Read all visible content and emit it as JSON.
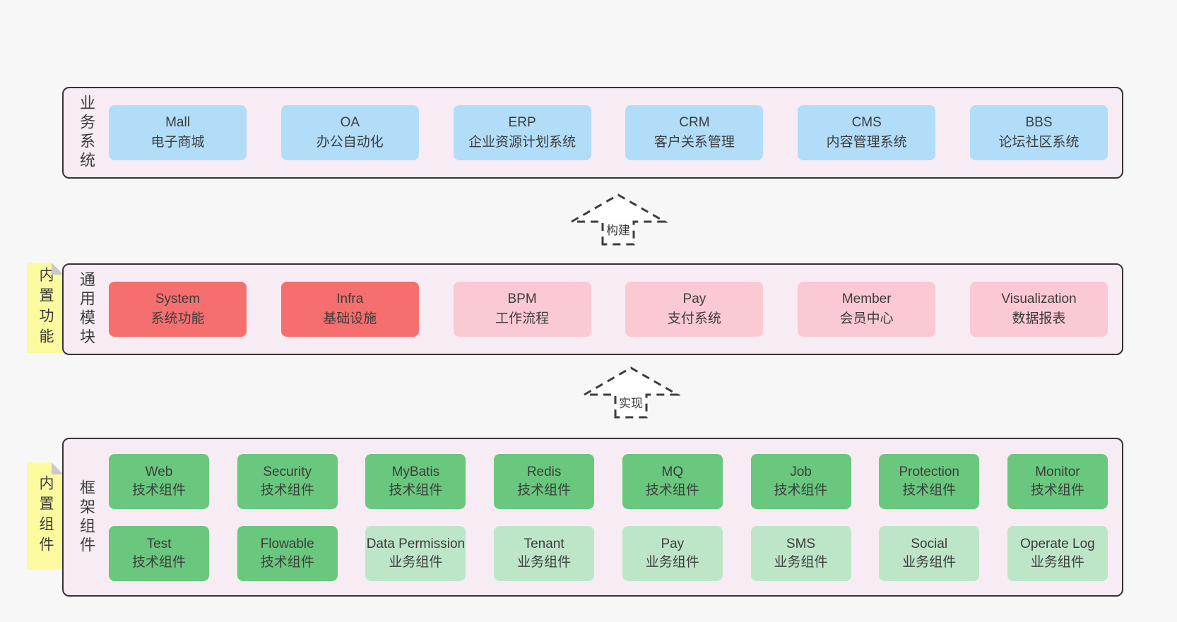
{
  "colors": {
    "page_bg": "#f7f7f7",
    "panel_bg": "#f7ecf4",
    "panel_border": "#333333",
    "blue": "#b1ddf9",
    "red": "#f56f6f",
    "pink": "#fbc9d3",
    "green": "#69c87e",
    "green_light": "#bde6c9",
    "yellow": "#fbfa9f",
    "fold": "#c9c9c9",
    "text": "#3c3c3c"
  },
  "arrows": {
    "build": "构建",
    "implement": "实现"
  },
  "sections": {
    "business": {
      "label": "业务系统",
      "items": [
        {
          "en": "Mall",
          "zh": "电子商城"
        },
        {
          "en": "OA",
          "zh": "办公自动化"
        },
        {
          "en": "ERP",
          "zh": "企业资源计划系统"
        },
        {
          "en": "CRM",
          "zh": "客户关系管理"
        },
        {
          "en": "CMS",
          "zh": "内容管理系统"
        },
        {
          "en": "BBS",
          "zh": "论坛社区系统"
        }
      ]
    },
    "modules": {
      "label": "通用模块",
      "note": "内置功能",
      "items": [
        {
          "en": "System",
          "zh": "系统功能"
        },
        {
          "en": "Infra",
          "zh": "基础设施"
        },
        {
          "en": "BPM",
          "zh": "工作流程"
        },
        {
          "en": "Pay",
          "zh": "支付系统"
        },
        {
          "en": "Member",
          "zh": "会员中心"
        },
        {
          "en": "Visualization",
          "zh": "数据报表"
        }
      ]
    },
    "framework": {
      "label": "框架组件",
      "note": "内置组件",
      "row1": [
        {
          "en": "Web",
          "zh": "技术组件"
        },
        {
          "en": "Security",
          "zh": "技术组件"
        },
        {
          "en": "MyBatis",
          "zh": "技术组件"
        },
        {
          "en": "Redis",
          "zh": "技术组件"
        },
        {
          "en": "MQ",
          "zh": "技术组件"
        },
        {
          "en": "Job",
          "zh": "技术组件"
        },
        {
          "en": "Protection",
          "zh": "技术组件"
        },
        {
          "en": "Monitor",
          "zh": "技术组件"
        }
      ],
      "row2": [
        {
          "en": "Test",
          "zh": "技术组件"
        },
        {
          "en": "Flowable",
          "zh": "技术组件"
        },
        {
          "en": "Data Permission",
          "zh": "业务组件"
        },
        {
          "en": "Tenant",
          "zh": "业务组件"
        },
        {
          "en": "Pay",
          "zh": "业务组件"
        },
        {
          "en": "SMS",
          "zh": "业务组件"
        },
        {
          "en": "Social",
          "zh": "业务组件"
        },
        {
          "en": "Operate Log",
          "zh": "业务组件"
        }
      ]
    }
  }
}
